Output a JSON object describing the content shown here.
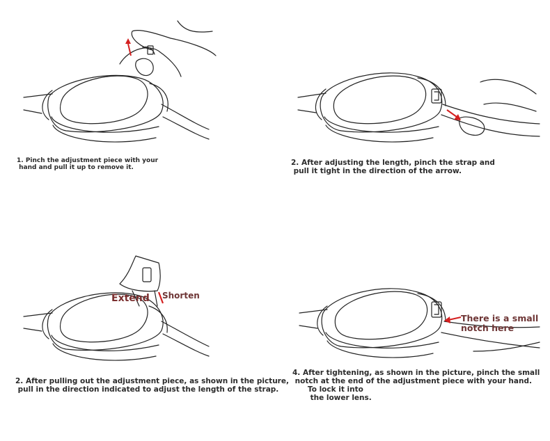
{
  "steps": [
    {
      "caption": "1. Pinch the adjustment piece with your\n hand and pull it up to remove it."
    },
    {
      "caption": "2. After adjusting the length, pinch the strap and\n pull it tight in the direction of the arrow."
    },
    {
      "caption": "2. After pulling out the adjustment piece, as shown in the picture,\n pull in the direction indicated to adjust the length of the strap."
    },
    {
      "caption": "4. After tightening, as shown in the picture, pinch the small\n notch at the end of the adjustment piece with your hand.\n      To lock it into\n       the lower lens."
    }
  ],
  "labels": {
    "extend": "Extend",
    "shorten": "Shorten",
    "notch": "There is a small\nnotch here"
  },
  "colors": {
    "line": "#222222",
    "arrow": "#d41f1f",
    "label": "#7a2e2e"
  }
}
